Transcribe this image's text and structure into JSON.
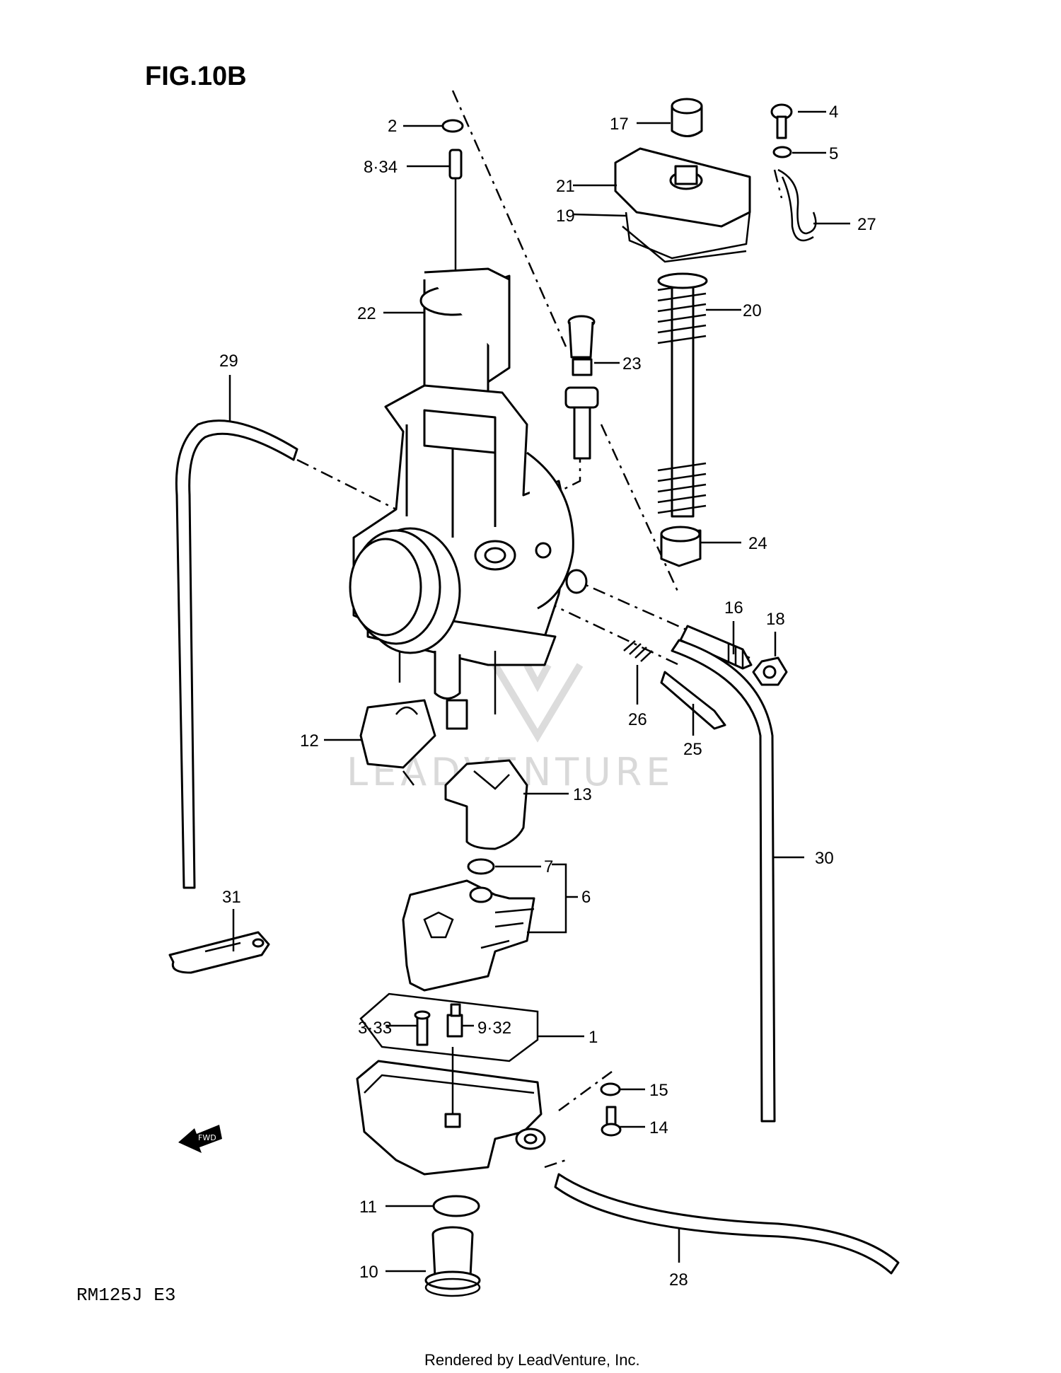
{
  "figure": {
    "title": "FIG.10B",
    "model": "RM125J E3"
  },
  "footer": {
    "credit": "Rendered by LeadVenture, Inc."
  },
  "watermark": {
    "text": "LEADVENTURE"
  },
  "fwd_icon": {
    "label": "FWD",
    "icon": "fwd-arrow-icon"
  },
  "callouts": {
    "c1": "1",
    "c2": "2",
    "c3_33": "3·33",
    "c4": "4",
    "c5": "5",
    "c6": "6",
    "c7": "7",
    "c8_34": "8·34",
    "c9_32": "9·32",
    "c10": "10",
    "c11": "11",
    "c12": "12",
    "c13": "13",
    "c14": "14",
    "c15": "15",
    "c16": "16",
    "c17": "17",
    "c18": "18",
    "c19": "19",
    "c20": "20",
    "c21": "21",
    "c22": "22",
    "c23": "23",
    "c24": "24",
    "c25": "25",
    "c26": "26",
    "c27": "27",
    "c28": "28",
    "c29": "29",
    "c30": "30",
    "c31": "31"
  }
}
